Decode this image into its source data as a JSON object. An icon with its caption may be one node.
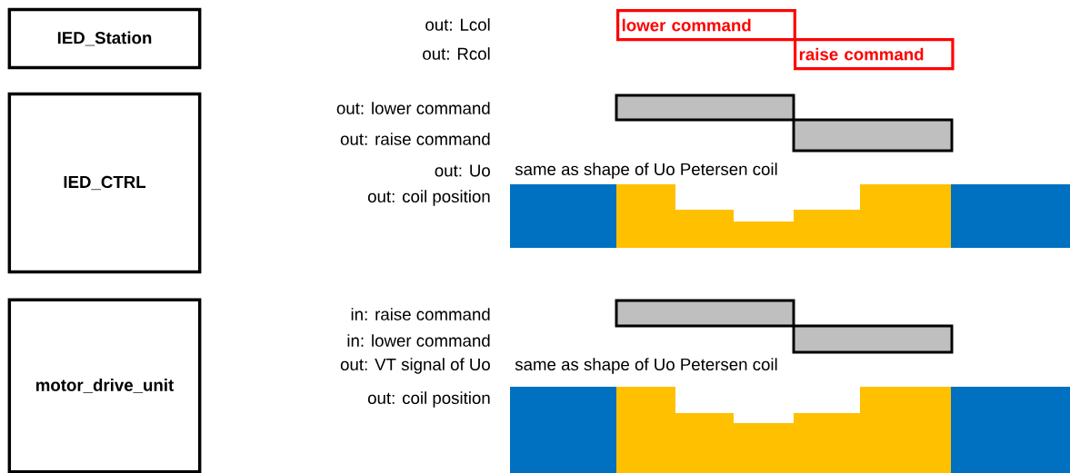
{
  "diagram": {
    "nodes": [
      {
        "text": [
          "IED_Station"
        ]
      },
      {
        "text": [
          "IED_CTRL"
        ]
      },
      {
        "text": [
          "motor_drive_unit"
        ]
      },
      {
        "text": [
          "lower command"
        ]
      },
      {
        "text": [
          "raise command"
        ]
      }
    ],
    "labels": [
      "out: Lcol",
      "out: Rcol",
      "out: lower command",
      "out: raise command",
      "out: Uo",
      "same as shape of Uo Petersen coil",
      "out: coil position",
      "in: raise command",
      "in: lower command",
      "out: VT signal of Uo",
      "same as shape of Uo Petersen coil",
      "out: coil position"
    ]
  }
}
